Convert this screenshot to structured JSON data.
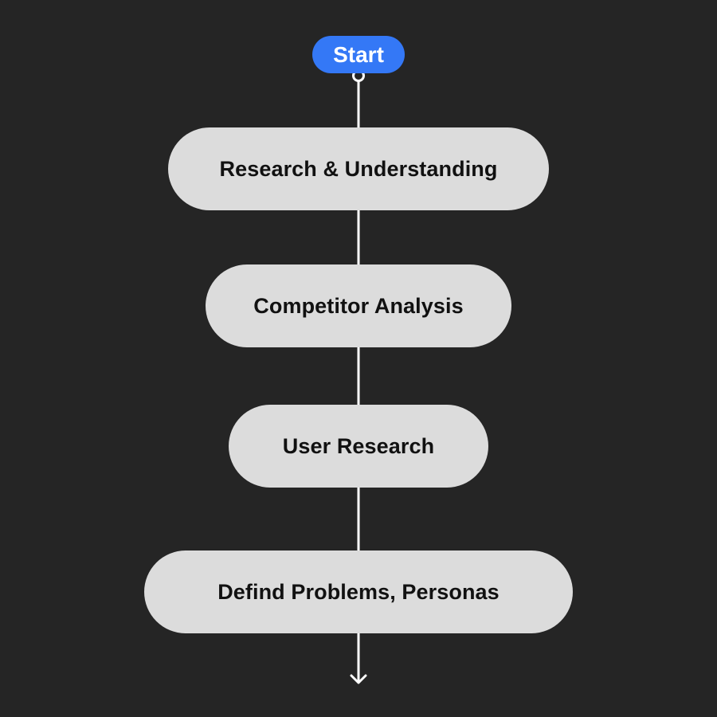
{
  "flow": {
    "start_label": "Start",
    "steps": [
      {
        "label": "Research & Understanding"
      },
      {
        "label": "Competitor Analysis"
      },
      {
        "label": "User Research"
      },
      {
        "label": "Defind Problems, Personas"
      }
    ]
  },
  "colors": {
    "background": "#252525",
    "start_fill": "#3478f6",
    "step_fill": "#dcdcdc",
    "connector": "#ffffff"
  },
  "icons": {
    "start_port": "circle-port-icon",
    "end_arrow": "arrow-down-icon"
  }
}
